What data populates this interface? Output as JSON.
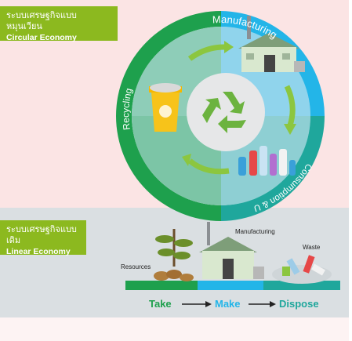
{
  "circular": {
    "label_th": "ระบบเศรษฐกิจแบบหมุนเวียน",
    "label_en": "Circular Economy",
    "stage_manufacturing": "Manufacturing",
    "stage_consumption": "Consumption & Use",
    "stage_recycling": "Recycling"
  },
  "linear": {
    "label_th": "ระบบเศรษฐกิจแบบเดิม",
    "label_en": "Linear Economy",
    "resources": "Resources",
    "manufacturing": "Manufacturing",
    "waste": "Waste",
    "take": "Take",
    "make": "Make",
    "dispose": "Dispose"
  },
  "colors": {
    "green": "#8cb91f",
    "dark_green": "#1ea04d",
    "teal": "#1fa79c",
    "cyan": "#23b5e8",
    "ring_light": "#cde9f4"
  }
}
